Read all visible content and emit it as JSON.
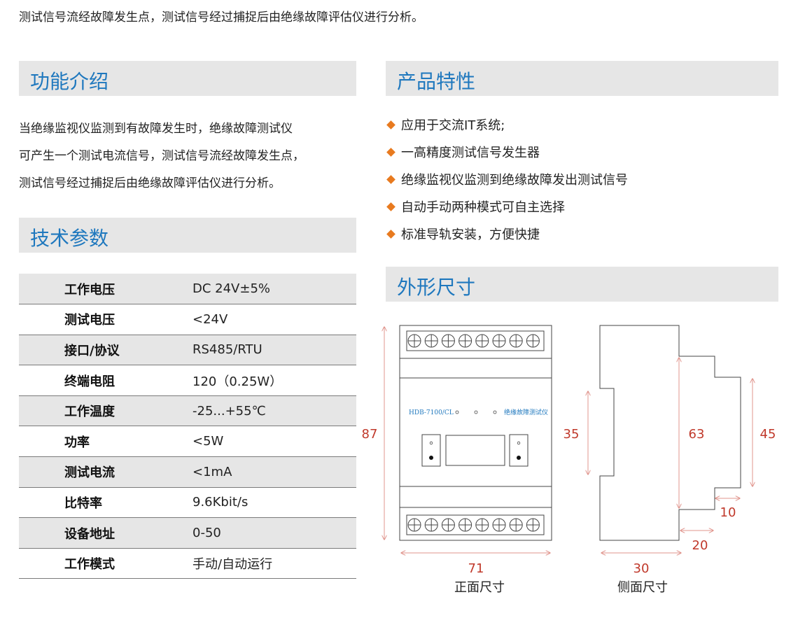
{
  "intro_text": "测试信号流经故障发生点，测试信号经过捕捉后由绝缘故障评估仪进行分析。",
  "function_section": {
    "title": "功能介绍",
    "lines": [
      "当绝缘监视仪监测到有故障发生时，绝缘故障测试仪",
      "可产生一个测试电流信号，测试信号流经故障发生点，",
      "测试信号经过捕捉后由绝缘故障评估仪进行分析。"
    ]
  },
  "features_section": {
    "title": "产品特性",
    "items": [
      "应用于交流IT系统;",
      "一高精度测试信号发生器",
      "绝缘监视仪监测到绝缘故障发出测试信号",
      "自动手动两种模式可自主选择",
      "标准导轨安装，方便快捷"
    ]
  },
  "specs_section": {
    "title": "技术参数",
    "rows": [
      {
        "k": "工作电压",
        "v": "DC  24V±5%"
      },
      {
        "k": "测试电压",
        "v": "<24V"
      },
      {
        "k": "接口/协议",
        "v": "RS485/RTU"
      },
      {
        "k": "终端电阻",
        "v": "120（0.25W）"
      },
      {
        "k": "工作温度",
        "v": "-25...+55℃"
      },
      {
        "k": "功率",
        "v": "<5W"
      },
      {
        "k": "测试电流",
        "v": "<1mA"
      },
      {
        "k": "比特率",
        "v": "9.6Kbit/s"
      },
      {
        "k": "设备地址",
        "v": "0-50"
      },
      {
        "k": "工作模式",
        "v": "手动/自动运行"
      }
    ]
  },
  "dimensions_section": {
    "title": "外形尺寸",
    "front": {
      "model_label": "HDB-7100/CL",
      "device_label": "绝缘故障测试仪",
      "height_label": "87",
      "width_label": "71",
      "caption": "正面尺寸"
    },
    "side": {
      "dim_35": "35",
      "dim_63": "63",
      "dim_45": "45",
      "dim_10": "10",
      "dim_20": "20",
      "dim_30": "30",
      "caption": "侧面尺寸"
    }
  },
  "colors": {
    "heading_blue": "#1f78be",
    "bullet_orange": "#e87a1f",
    "dimension_red": "#c0392b",
    "dimension_line": "#e0948c",
    "header_bg": "#e6e6e6"
  }
}
